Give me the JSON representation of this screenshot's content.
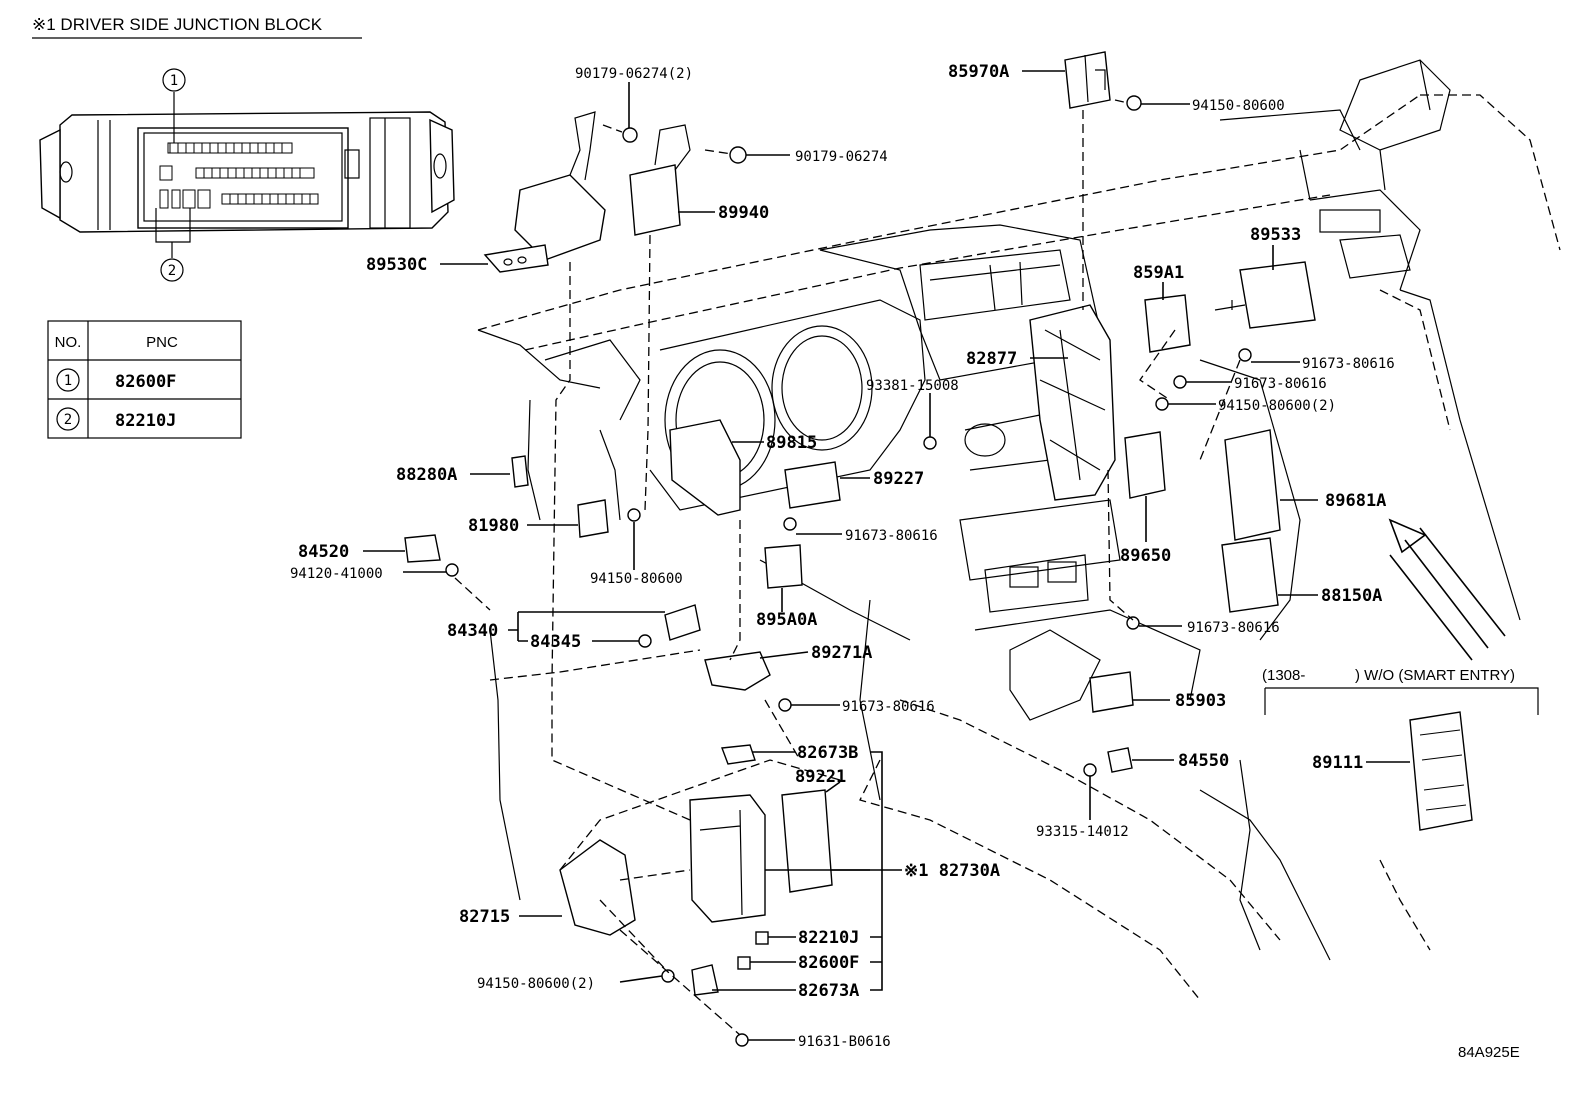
{
  "junction_block": {
    "title": "※1  DRIVER SIDE JUNCTION BLOCK",
    "callout_1": "1",
    "callout_2": "2"
  },
  "pnc_table": {
    "header_no": "NO.",
    "header_pnc": "PNC",
    "rows": [
      {
        "no": "1",
        "pnc": "82600F"
      },
      {
        "no": "2",
        "pnc": "82210J"
      }
    ]
  },
  "parts": {
    "p90179_06274_2": "90179-06274(2)",
    "p90179_06274": "90179-06274",
    "p89940": "89940",
    "p89530C": "89530C",
    "p85970A": "85970A",
    "p94150_80600_top": "94150-80600",
    "p89533": "89533",
    "p859A1": "859A1",
    "p91673_80616_a": "91673-80616",
    "p82877": "82877",
    "p91673_80616_b": "91673-80616",
    "p93381_15008": "93381-15008",
    "p94150_80600_2_mid": "94150-80600(2)",
    "p89815": "89815",
    "p89227": "89227",
    "p88280A": "88280A",
    "p81980": "81980",
    "p91673_80616_c": "91673-80616",
    "p89681A": "89681A",
    "p84520": "84520",
    "p94120_41000": "94120-41000",
    "p94150_80600_left": "94150-80600",
    "p89650": "89650",
    "p88150A": "88150A",
    "p895A0A": "895A0A",
    "p84340": "84340",
    "p84345": "84345",
    "p91673_80616_d": "91673-80616",
    "p89271A": "89271A",
    "p91673_80616_e": "91673-80616",
    "p85903": "85903",
    "p82673B": "82673B",
    "p89221": "89221",
    "p84550": "84550",
    "p89111": "89111",
    "p93315_14012": "93315-14012",
    "p82730A": "※1 82730A",
    "p82715": "82715",
    "p82210J": "82210J",
    "p82600F": "82600F",
    "p94150_80600_2_bottom": "94150-80600(2)",
    "p82673A": "82673A",
    "p91631_B0616": "91631-B0616"
  },
  "variant_note": {
    "from": "(1308-",
    "text": ") W/O (SMART ENTRY)"
  },
  "illustration_code": "84A925E"
}
